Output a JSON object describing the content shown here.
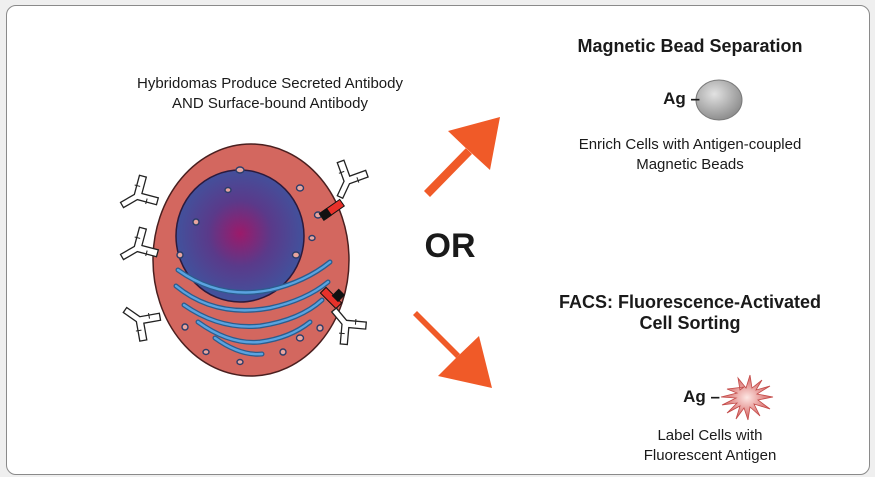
{
  "caption": {
    "line1": "Hybridomas Produce Secreted Antibody",
    "line2": "AND Surface-bound Antibody"
  },
  "or_label": "OR",
  "magnetic": {
    "title": "Magnetic Bead Separation",
    "ag_label": "Ag –",
    "desc_line1": "Enrich Cells with Antigen-coupled",
    "desc_line2": "Magnetic Beads"
  },
  "facs": {
    "title_line1": "FACS: Fluorescence-Activated",
    "title_line2": "Cell Sorting",
    "ag_label": "Ag –",
    "desc_line1": "Label Cells with",
    "desc_line2": "Fluorescent Antigen"
  },
  "colors": {
    "arrow": "#f05a28",
    "cell": "#d3675f",
    "nucleus": "#5b3a86",
    "er": "#4a8fd0",
    "bead": "#a9a9a9",
    "fluor": "#e07a78"
  }
}
